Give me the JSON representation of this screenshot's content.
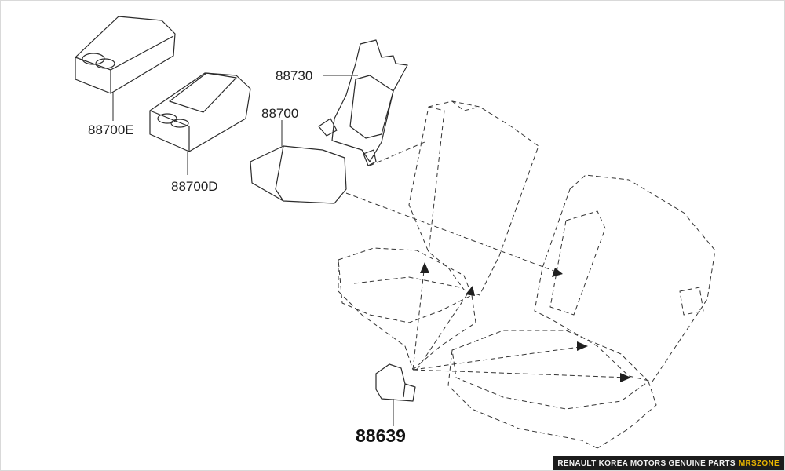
{
  "parts": {
    "p88700E": "88700E",
    "p88700D": "88700D",
    "p88730": "88730",
    "p88700": "88700",
    "p88639": "88639"
  },
  "footer": {
    "text": "RENAULT KOREA MOTORS GENUINE PARTS",
    "brand": "MRSZONE"
  },
  "colors": {
    "footer_bg": "#1c1c1c",
    "brand": "#e8b400"
  }
}
